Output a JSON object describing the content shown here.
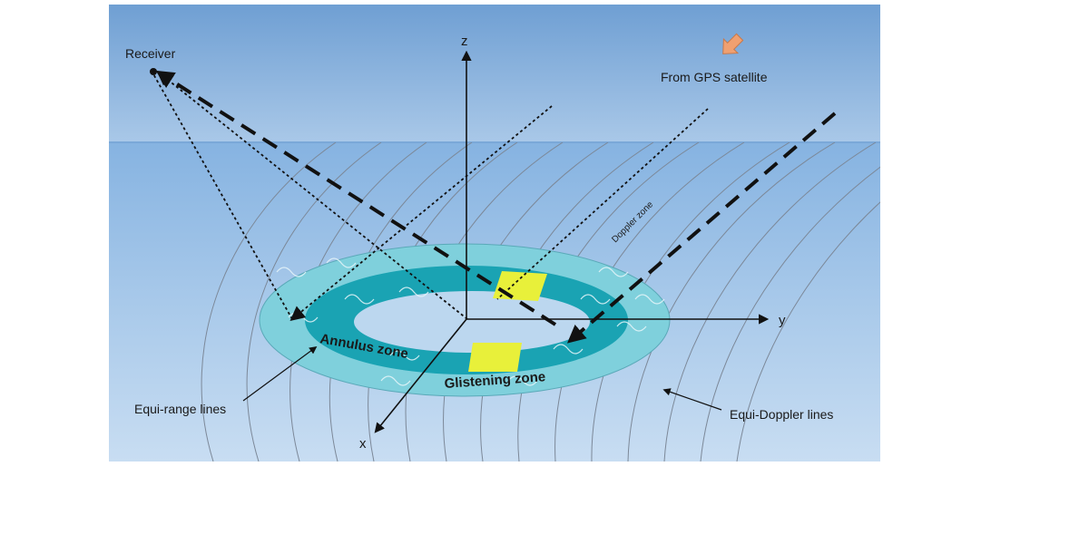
{
  "figure": {
    "labels": {
      "receiver": "Receiver",
      "gps_satellite": "From GPS satellite",
      "z_axis": "z",
      "y_axis": "y",
      "x_axis": "x",
      "doppler_zone": "Doppler zone",
      "annulus_zone": "Annulus zone",
      "glistening_zone": "Glistening zone",
      "equi_range_lines": "Equi-range lines",
      "equi_doppler_lines": "Equi-Doppler lines"
    },
    "colors": {
      "sky_top": "#6f9fd3",
      "sky_bottom": "#a9c8e8",
      "sea_top": "#86b3e1",
      "sea_bottom": "#c7dcf1",
      "outer_ring": "#7fd0dc",
      "inner_ring": "#1aa3b3",
      "center_hole": "#bcd7ef",
      "specular_patch": "#e8f03a",
      "satellite_arrow": "#f0a070"
    }
  }
}
